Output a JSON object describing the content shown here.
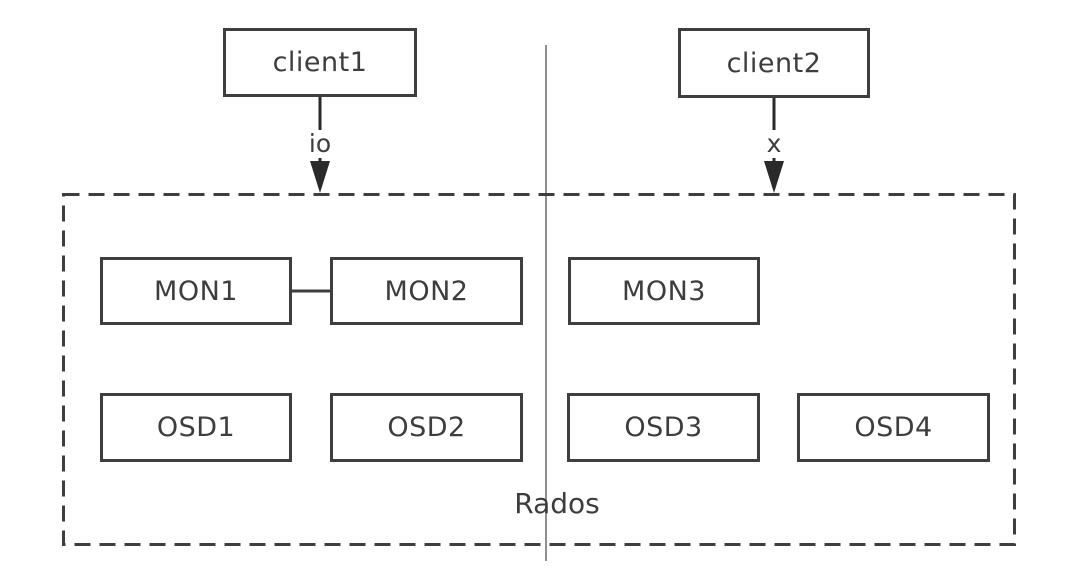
{
  "clients": [
    {
      "label": "client1",
      "arrow_label": "io"
    },
    {
      "label": "client2",
      "arrow_label": "x"
    }
  ],
  "cluster": {
    "label": "Rados",
    "monitors": [
      {
        "label": "MON1"
      },
      {
        "label": "MON2"
      },
      {
        "label": "MON3"
      }
    ],
    "osds": [
      {
        "label": "OSD1"
      },
      {
        "label": "OSD2"
      },
      {
        "label": "OSD3"
      },
      {
        "label": "OSD4"
      }
    ]
  },
  "colors": {
    "border": "#3e3e3e",
    "text": "#3d3d3d",
    "divider": "#8f8f8f",
    "arrow": "#2a2a2a",
    "background": "#ffffff"
  }
}
